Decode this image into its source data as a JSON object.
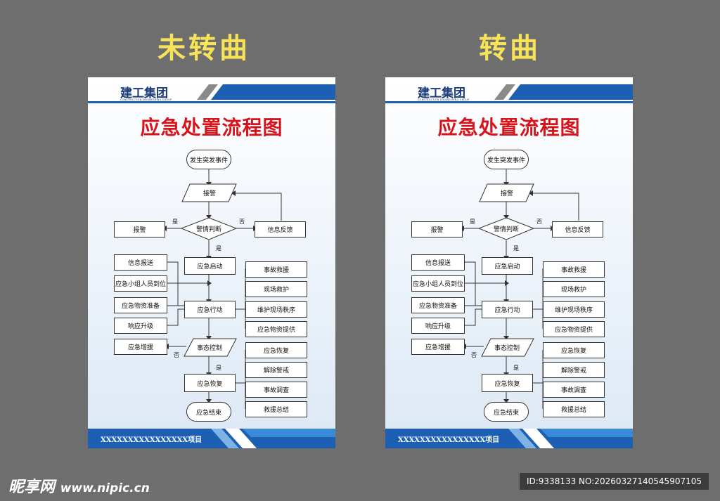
{
  "headings": {
    "left": "未转曲",
    "right": "转曲"
  },
  "poster": {
    "logo": "建工集团",
    "logo_sub": "CONSTRUCTION ENGINEERING GROUP",
    "title": "应急处置流程图",
    "footer": "XXXXXXXXXXXXXXXX项目",
    "nodes": {
      "start": "发生突发事件",
      "receive": "接警",
      "judge": "警情判断",
      "report": "报警",
      "feedback": "信息反馈",
      "launch": "应急启动",
      "info_send": "信息报送",
      "team_arrive": "应急小组人员到位",
      "material_prep": "应急物资准备",
      "upgrade": "响应升级",
      "action": "应急行动",
      "rescue": "事故救援",
      "site_rescue": "现场救护",
      "order": "维护现场秩序",
      "material_supply": "应急物资提供",
      "reinforce": "应急增援",
      "control": "事态控制",
      "recovery": "应急恢复",
      "recovery2": "应急恢复",
      "lift_alert": "解除警戒",
      "investigate": "事故调查",
      "summary": "救援总结",
      "end": "应急结束"
    },
    "labels": {
      "yes": "是",
      "no": "否"
    }
  },
  "watermark": {
    "brand": "昵享网",
    "url": "www.nipic.cn"
  },
  "image_id": "ID:9338133 NO:20260327140545907105",
  "colors": {
    "accent": "#d7131c",
    "brand_blue": "#1d5fb3",
    "heading": "#f6e35a"
  }
}
